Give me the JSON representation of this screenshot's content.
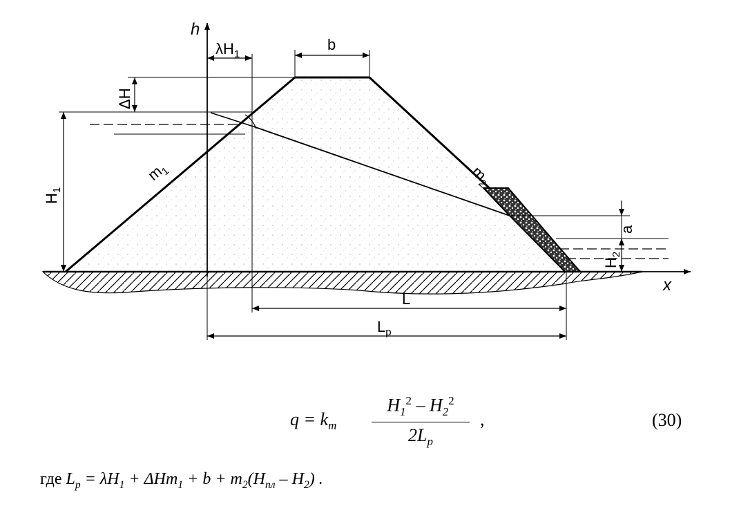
{
  "diagram": {
    "labels": {
      "h_axis": "h",
      "x_axis": "x",
      "b": "b",
      "lambda_h1": "λH",
      "lambda_h1_sub": "1",
      "delta_h": "ΔH",
      "h1": "H",
      "h1_sub": "1",
      "m1": "m",
      "m1_sub": "1",
      "m2": "m",
      "m2_sub": "2",
      "a": "a",
      "h2": "H",
      "h2_sub": "2",
      "L": "L",
      "Lp": "L",
      "Lp_sub": "p"
    }
  },
  "formula": {
    "q": "q",
    "eq_k": " = k",
    "k_sub": "m",
    "num_H1": "H",
    "num_H1_sub": "1",
    "num_H1_sup": "2",
    "num_minus": " – ",
    "num_H2": "H",
    "num_H2_sub": "2",
    "num_H2_sup": "2",
    "den": "2L",
    "den_sub": "p",
    "comma": ",",
    "number": "(30)"
  },
  "where": {
    "prefix": "где ",
    "L": "L",
    "L_sub": "p",
    "eq": " = λH",
    "eq_sub1": "1",
    "t2": " + ΔHm",
    "t2_sub": "1",
    "t3": " + b + m",
    "t3_sub": "2",
    "t4": "(H",
    "t4_sub": "пл",
    "t5": " – H",
    "t5_sub": "2",
    "t6": ") ."
  }
}
